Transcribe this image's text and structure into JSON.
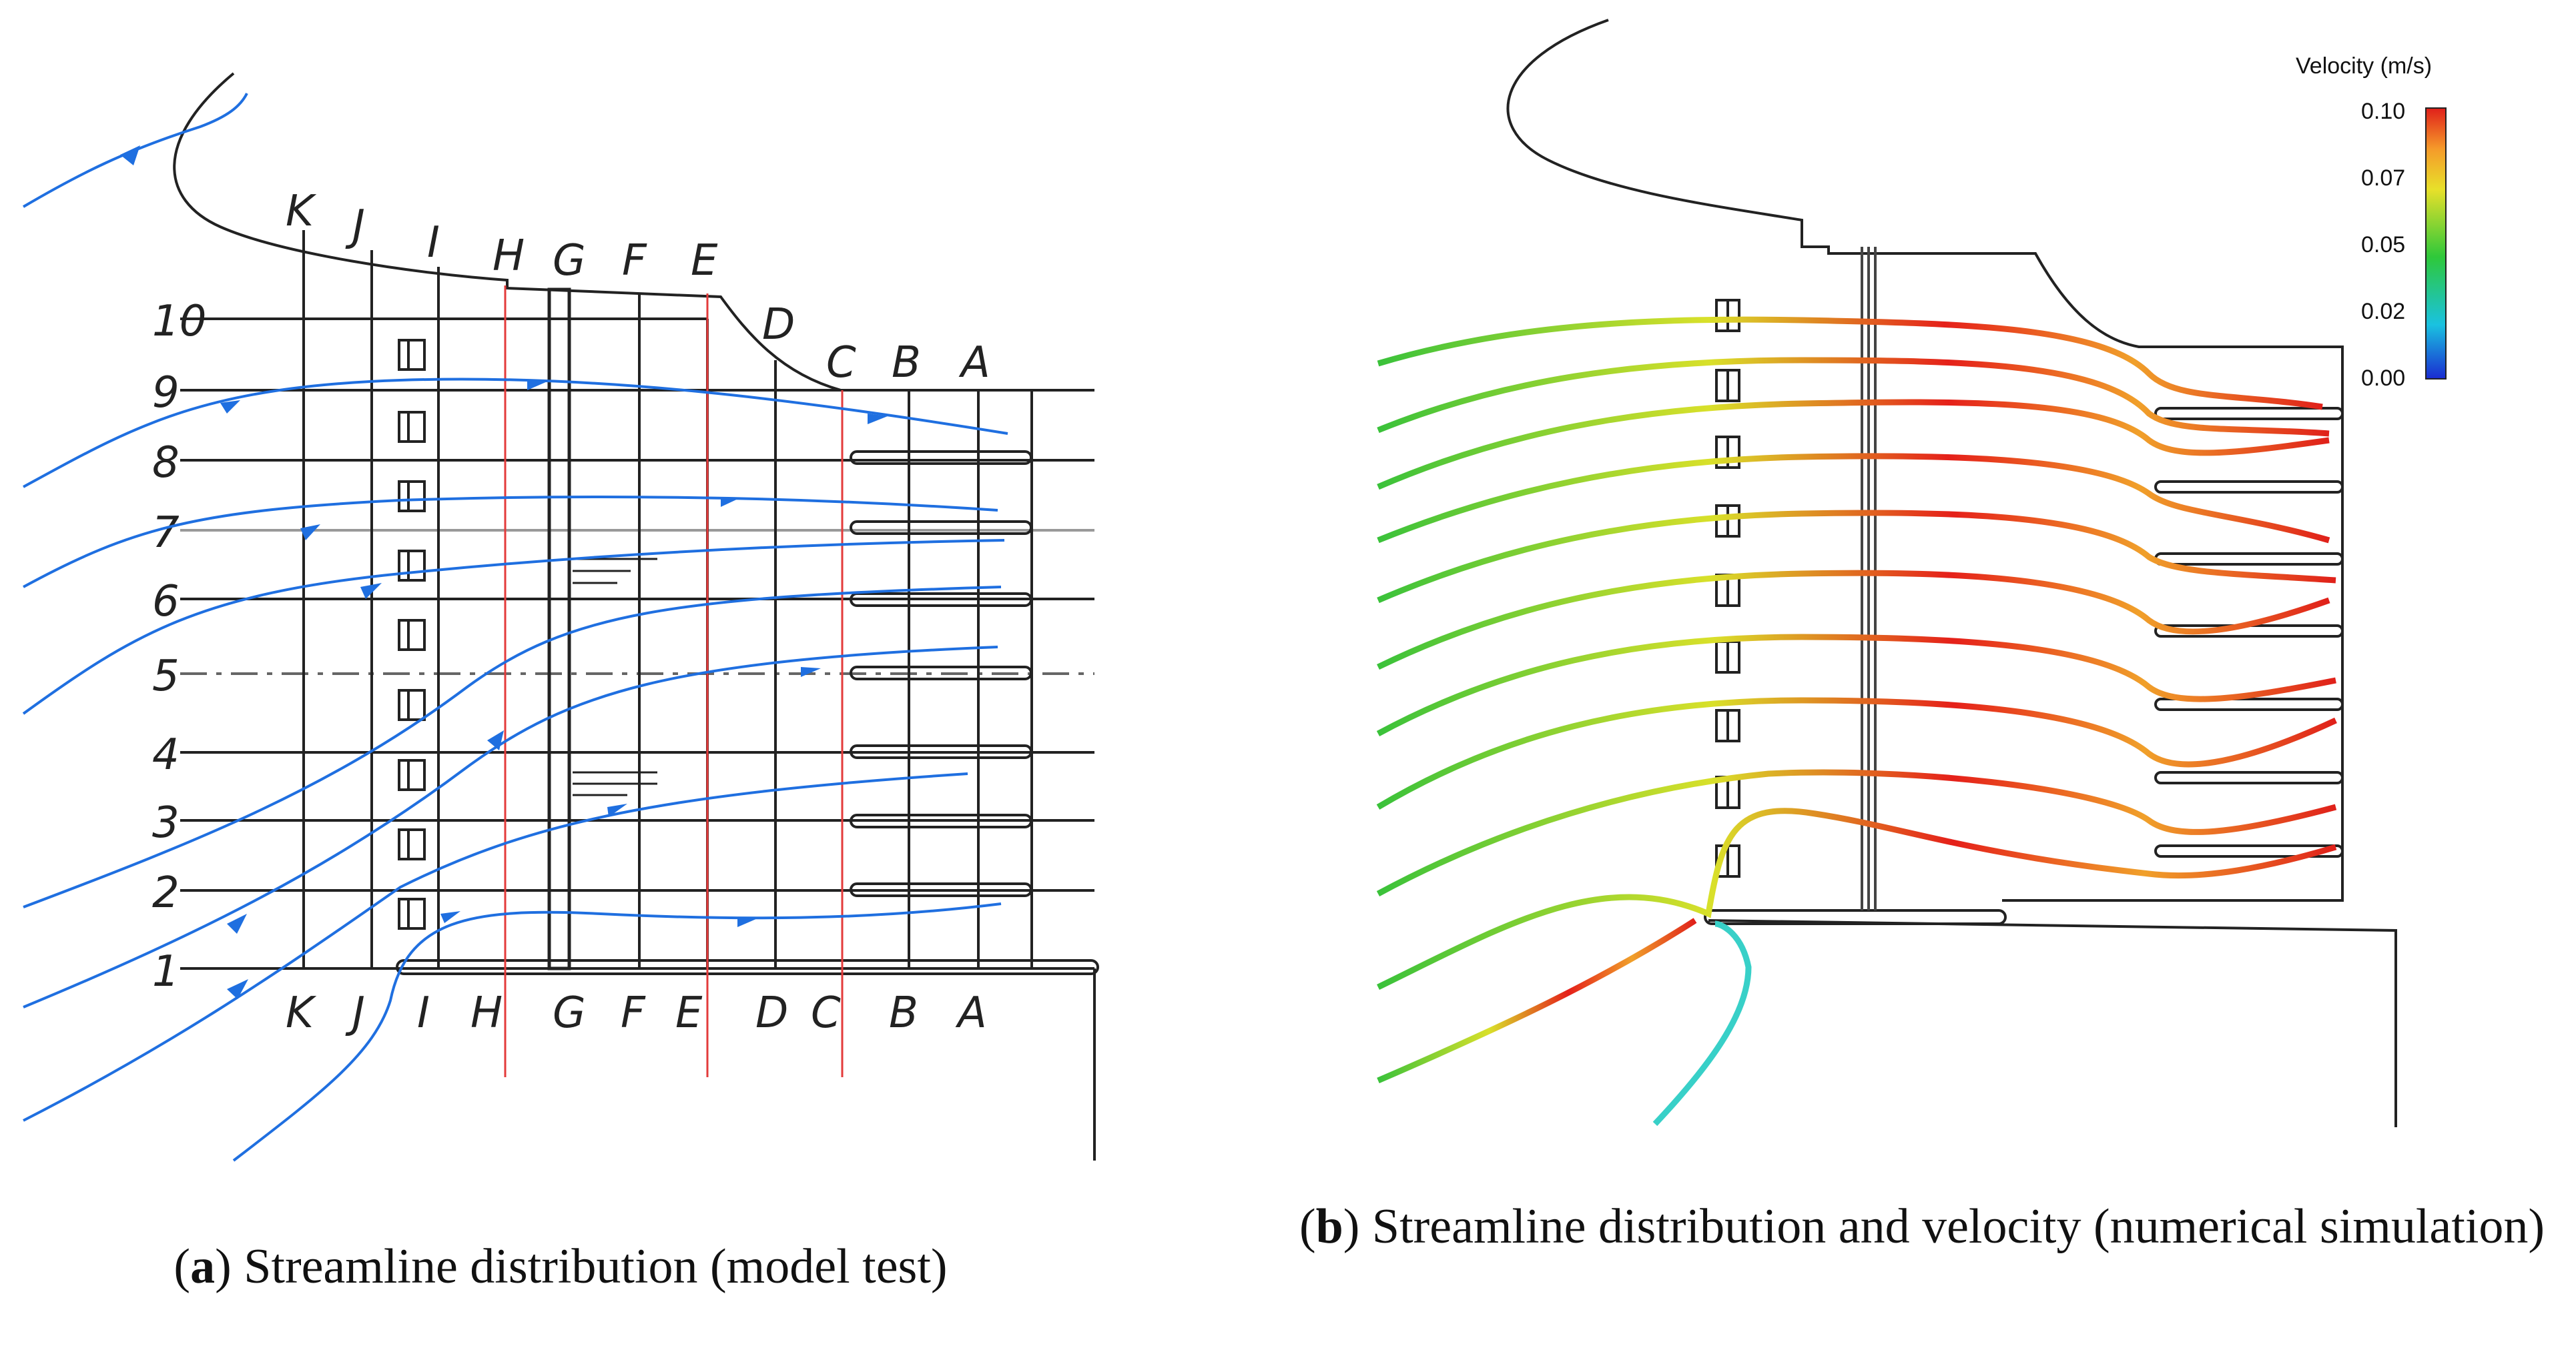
{
  "panel_a": {
    "columns_top": [
      "K",
      "J",
      "I",
      "H",
      "G",
      "F",
      "E",
      "D",
      "C",
      "B",
      "A"
    ],
    "columns_bottom": [
      "K",
      "J",
      "I",
      "H",
      "G",
      "F",
      "E",
      "D",
      "C",
      "B",
      "A"
    ],
    "rows": [
      "1",
      "2",
      "3",
      "4",
      "5",
      "6",
      "7",
      "8",
      "9",
      "10"
    ]
  },
  "panel_b": {
    "colorbar": {
      "title": "Velocity (m/s)",
      "ticks": [
        "0.10",
        "0.07",
        "0.05",
        "0.02",
        "0.00"
      ]
    }
  },
  "captions": {
    "a": {
      "letter": "a",
      "text": " Streamline distribution (model test)"
    },
    "b": {
      "letter": "b",
      "text": " Streamline distribution and velocity (numerical simulation)"
    }
  },
  "colors": {
    "streamline_a": "#1f6fe0",
    "guide_red": "#e33b3b",
    "grid": "#222222"
  }
}
